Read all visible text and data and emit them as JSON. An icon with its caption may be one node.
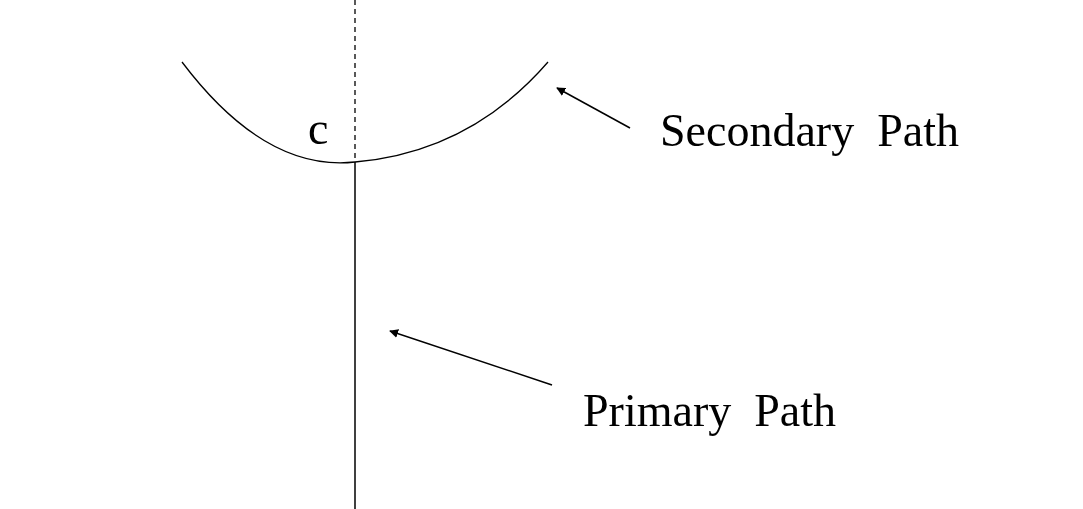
{
  "diagram": {
    "nodes": [
      {
        "text": [],
        "shape": "curve"
      },
      {
        "text": [
          "Secondary  Path"
        ]
      },
      {
        "text": [],
        "shape": "line"
      },
      {
        "text": [
          "Primary  Path"
        ]
      }
    ],
    "edges": [
      {
        "from": 1,
        "to": 0,
        "arrow": "to"
      },
      {
        "from": 3,
        "to": 2,
        "arrow": "to"
      }
    ],
    "labels": [
      "c"
    ]
  }
}
